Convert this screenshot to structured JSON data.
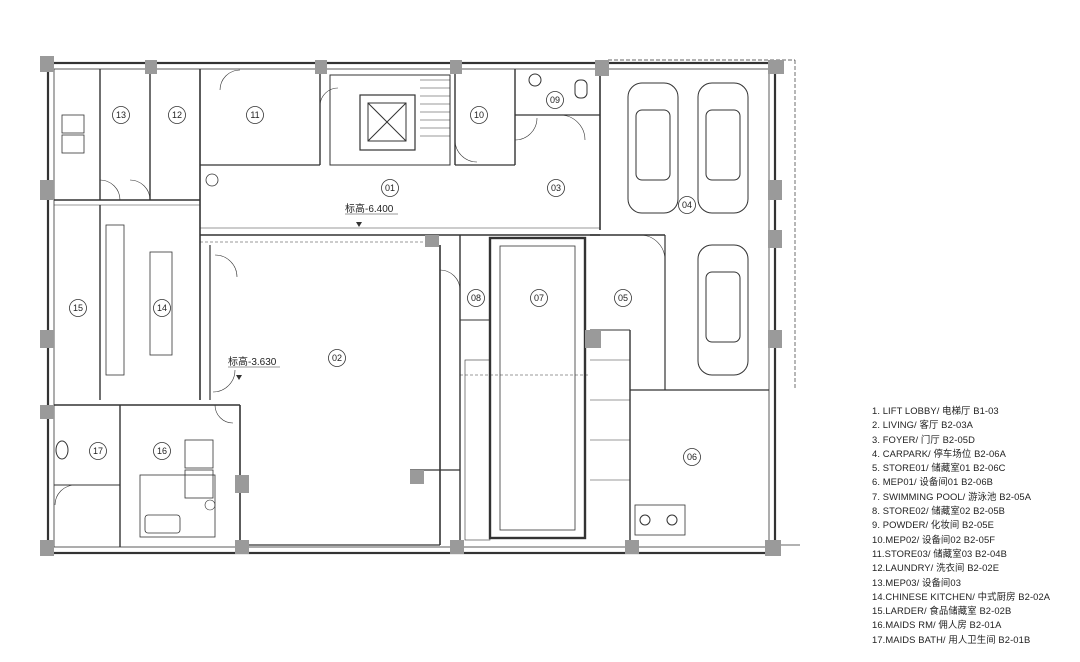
{
  "rooms": [
    {
      "id": "13"
    },
    {
      "id": "12"
    },
    {
      "id": "11"
    },
    {
      "id": "10"
    },
    {
      "id": "09"
    },
    {
      "id": "01"
    },
    {
      "id": "03"
    },
    {
      "id": "04"
    },
    {
      "id": "15"
    },
    {
      "id": "14"
    },
    {
      "id": "02"
    },
    {
      "id": "08"
    },
    {
      "id": "07"
    },
    {
      "id": "05"
    },
    {
      "id": "17"
    },
    {
      "id": "16"
    },
    {
      "id": "06"
    }
  ],
  "elevations": {
    "upper": "标高-6.400",
    "lower": "标高-3.630"
  },
  "legend": [
    "1. LIFT LOBBY/ 电梯厅 B1-03",
    "2. LIVING/ 客厅 B2-03A",
    "3. FOYER/ 门厅 B2-05D",
    "4. CARPARK/ 停车场位 B2-06A",
    "5. STORE01/ 储藏室01 B2-06C",
    "6. MEP01/ 设备间01 B2-06B",
    "7. SWIMMING POOL/ 游泳池 B2-05A",
    "8. STORE02/ 储藏室02 B2-05B",
    "9. POWDER/ 化妆间 B2-05E",
    "10.MEP02/ 设备间02 B2-05F",
    "11.STORE03/ 储藏室03 B2-04B",
    "12.LAUNDRY/ 洗衣间 B2-02E",
    "13.MEP03/ 设备间03",
    "14.CHINESE KITCHEN/ 中式厨房 B2-02A",
    "15.LARDER/ 食品储藏室 B2-02B",
    "16.MAIDS RM/ 佣人房 B2-01A",
    "17.MAIDS BATH/ 用人卫生间 B2-01B"
  ]
}
